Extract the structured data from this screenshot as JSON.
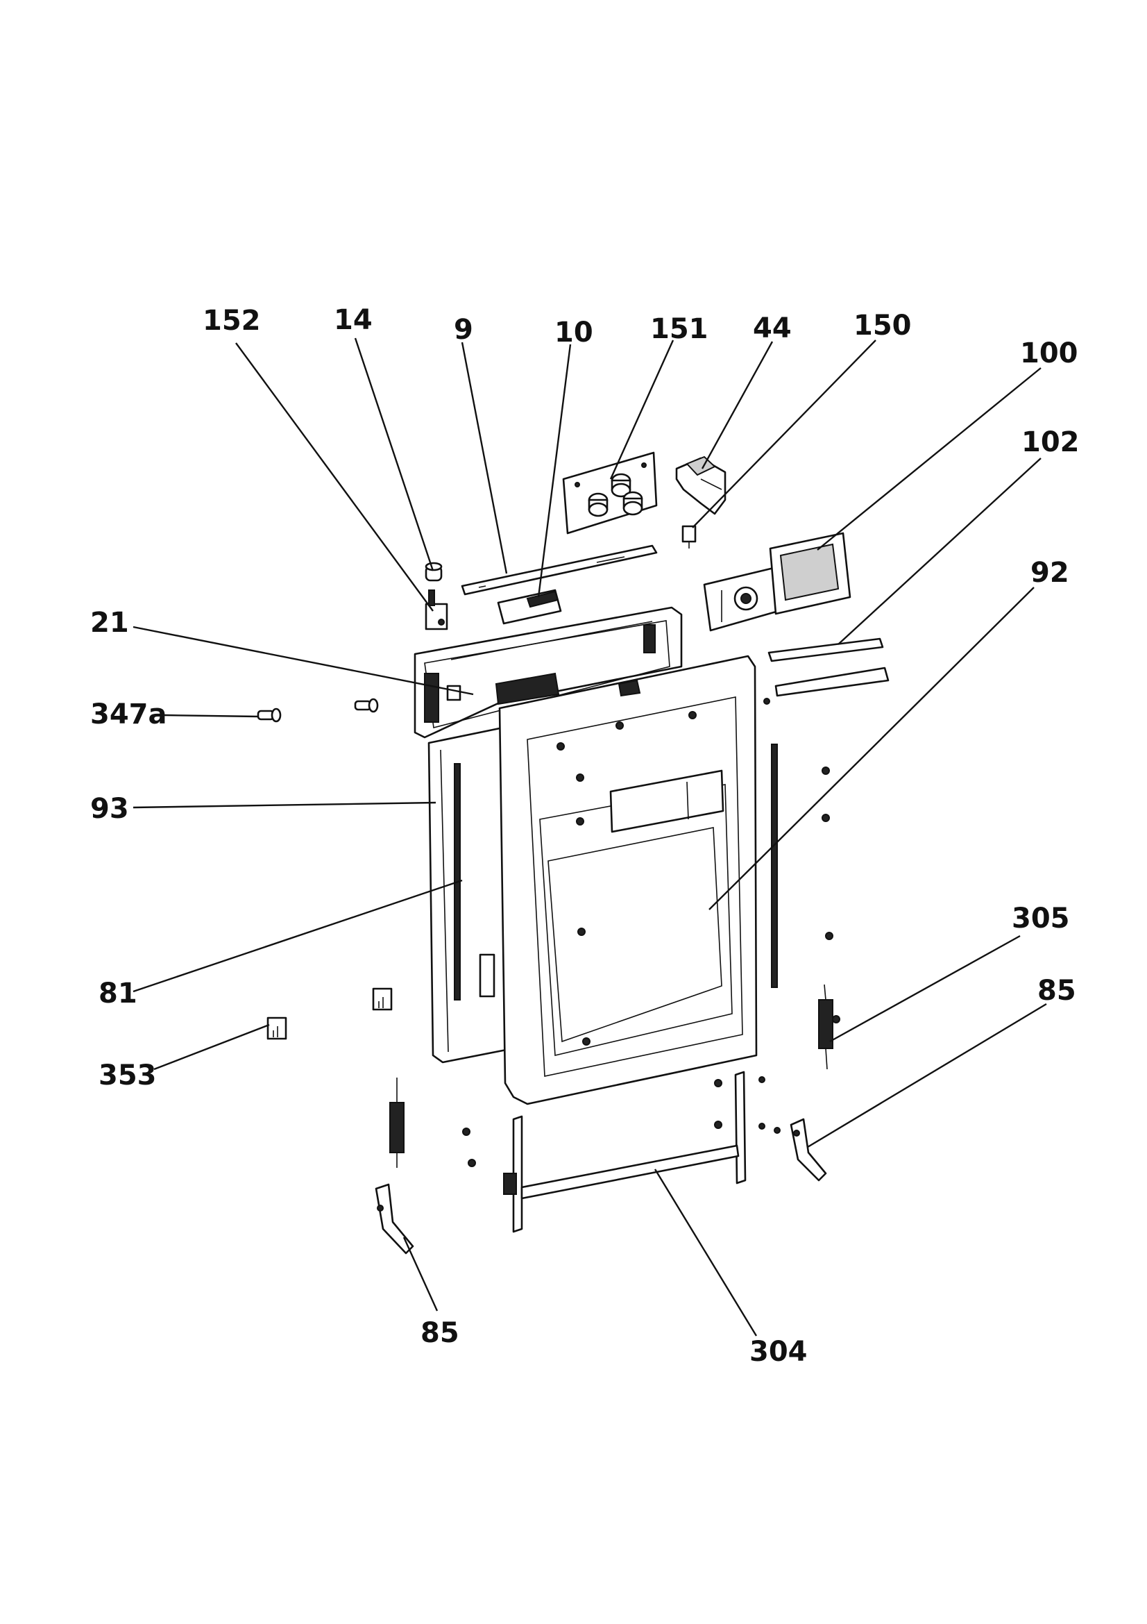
{
  "callouts": {
    "c152": "152",
    "c14": "14",
    "c9": "9",
    "c10": "10",
    "c151": "151",
    "c44": "44",
    "c150": "150",
    "c100": "100",
    "c102": "102",
    "c92": "92",
    "c21": "21",
    "c347a": "347a",
    "c93": "93",
    "c81": "81",
    "c305": "305",
    "c85_right": "85",
    "c353": "353",
    "c85_bottom": "85",
    "c304": "304"
  }
}
